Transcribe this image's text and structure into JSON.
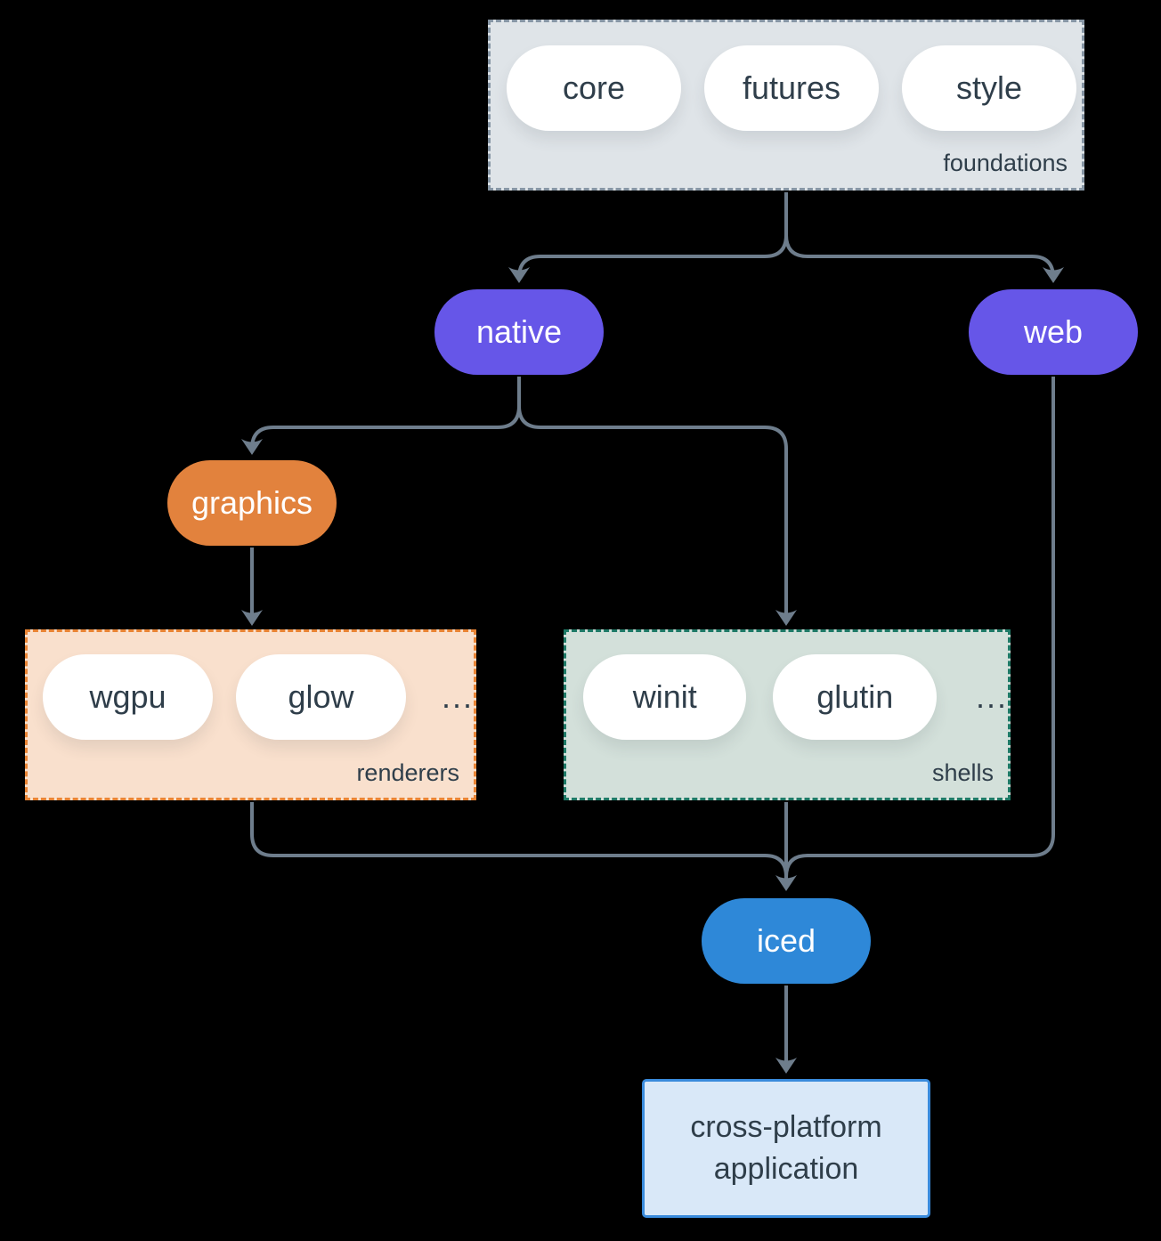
{
  "foundations": {
    "label": "foundations",
    "pills": [
      "core",
      "futures",
      "style"
    ]
  },
  "native": {
    "label": "native"
  },
  "web": {
    "label": "web"
  },
  "graphics": {
    "label": "graphics"
  },
  "renderers": {
    "label": "renderers",
    "pills": [
      "wgpu",
      "glow"
    ],
    "ellipsis": "..."
  },
  "shells": {
    "label": "shells",
    "pills": [
      "winit",
      "glutin"
    ],
    "ellipsis": "..."
  },
  "iced": {
    "label": "iced"
  },
  "application": {
    "line1": "cross-platform",
    "line2": "application"
  },
  "colors": {
    "background": "#000000",
    "connector": "#6e7d8c",
    "foundations_fill": "#dfe4e8",
    "foundations_border": "#8796a5",
    "native_web_fill": "#6656e8",
    "graphics_fill": "#e2823d",
    "renderers_fill": "#f9e0cd",
    "renderers_border": "#e98434",
    "shells_fill": "#d3e0da",
    "shells_border": "#1e7a67",
    "iced_fill": "#2e88d8",
    "application_fill": "#d9e8f8",
    "application_border": "#3a8bdc",
    "dark_text": "#2f3e4a",
    "pill_fill": "#ffffff"
  }
}
